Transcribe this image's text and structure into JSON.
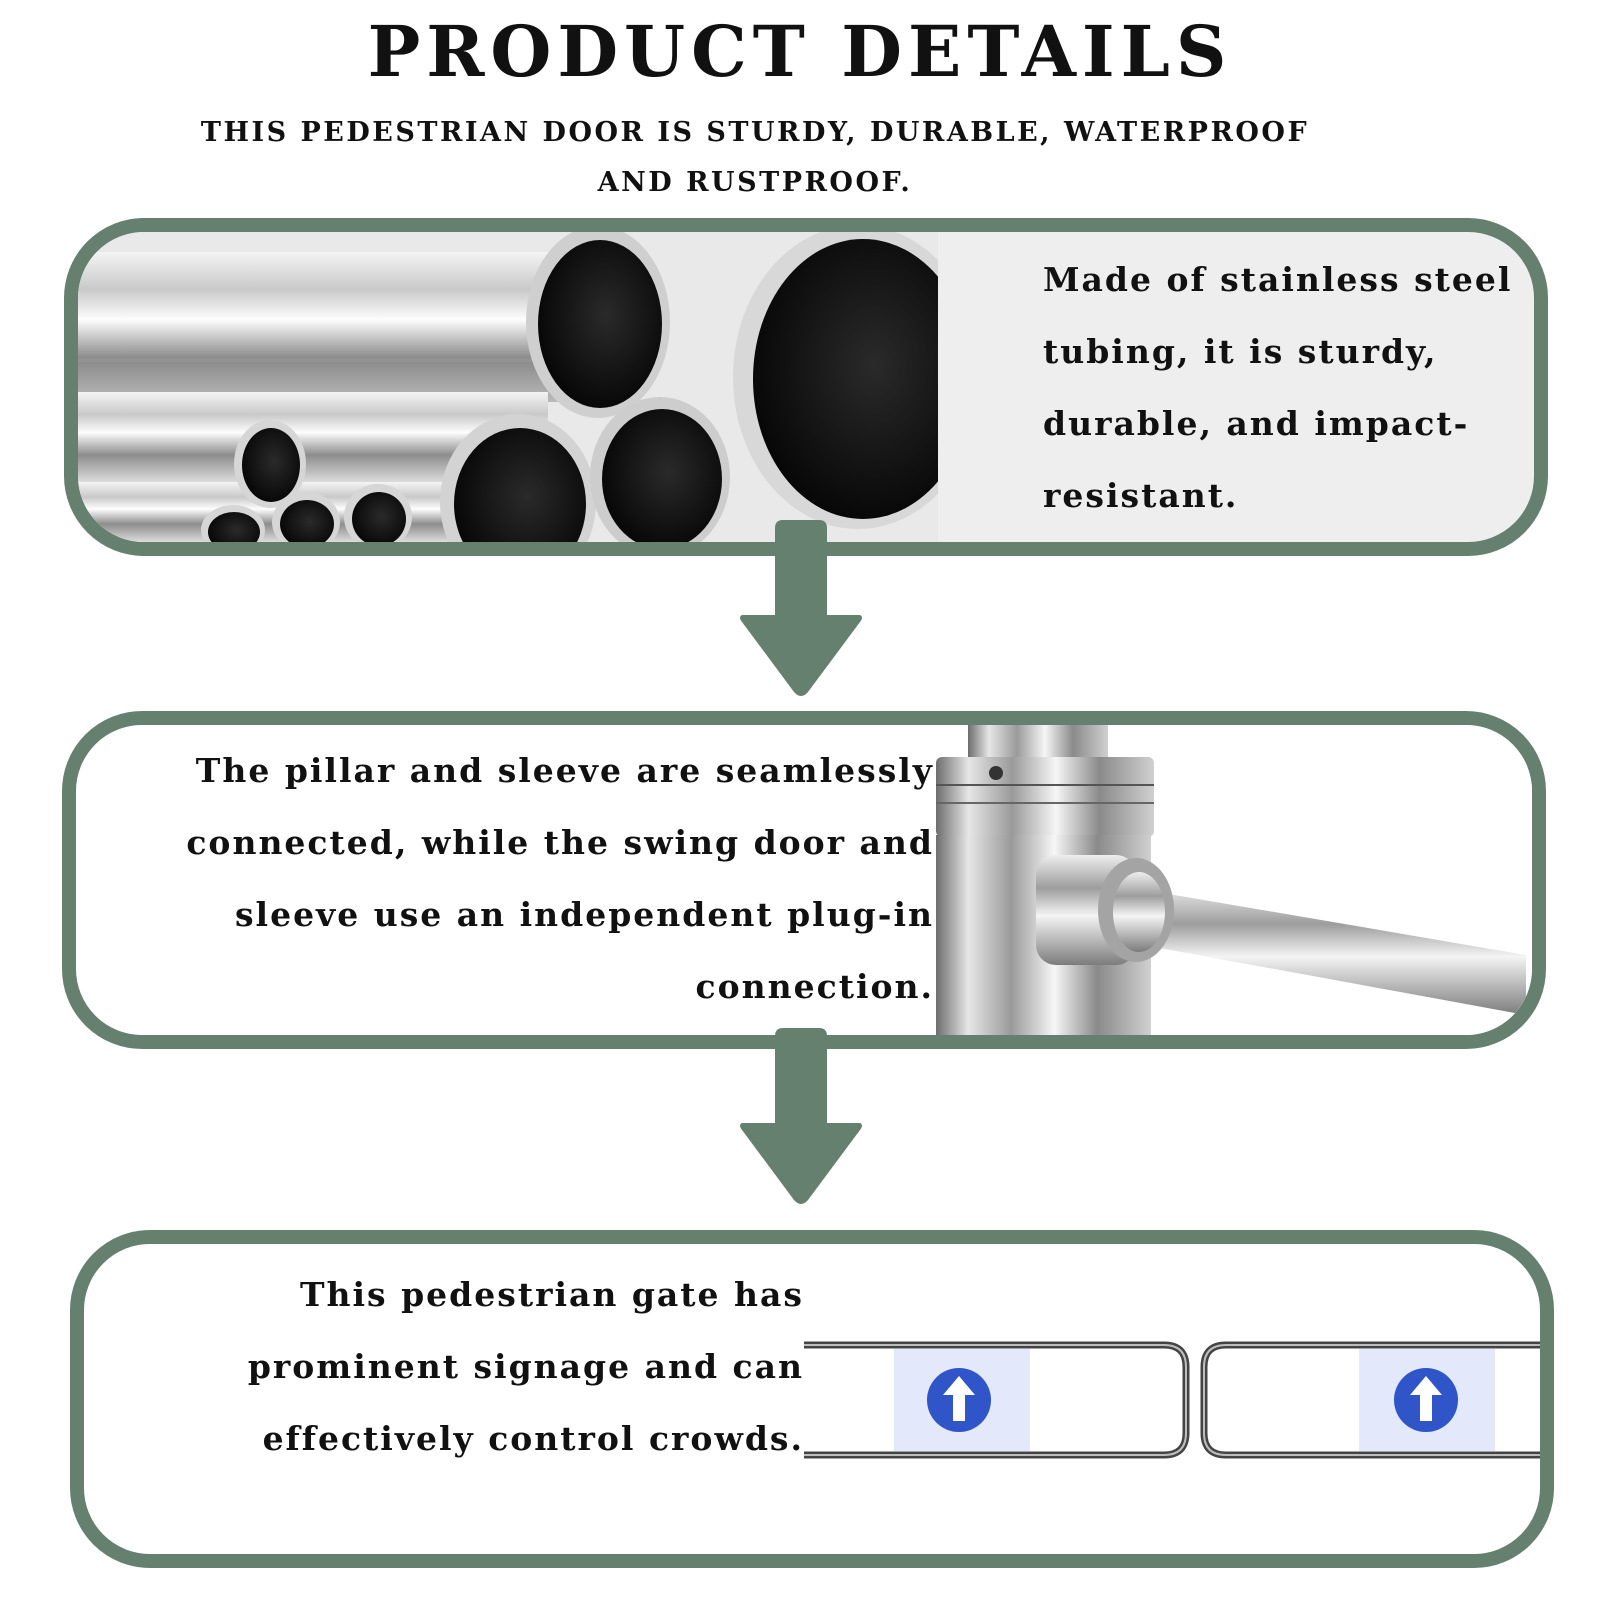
{
  "header": {
    "title": "PRODUCT DETAILS",
    "subtitle": "THIS PEDESTRIAN DOOR IS STURDY, DURABLE, WATERPROOF AND RUSTPROOF."
  },
  "features": [
    {
      "text": "Made of stainless steel tubing, it is sturdy, durable, and impact-resistant.",
      "image": "stainless-steel-tubes"
    },
    {
      "text": "The pillar and sleeve are seamlessly connected, while the swing door and sleeve use an independent plug-in connection.",
      "image": "pillar-sleeve-connection"
    },
    {
      "text": "This pedestrian gate has prominent signage and can effectively control crowds.",
      "image": "gate-arms-with-arrow-signs"
    }
  ],
  "colors": {
    "frame": "#66806f",
    "sign_blue": "#2f55c9"
  },
  "icons": [
    "down-arrow-icon",
    "up-arrow-sign-icon"
  ]
}
